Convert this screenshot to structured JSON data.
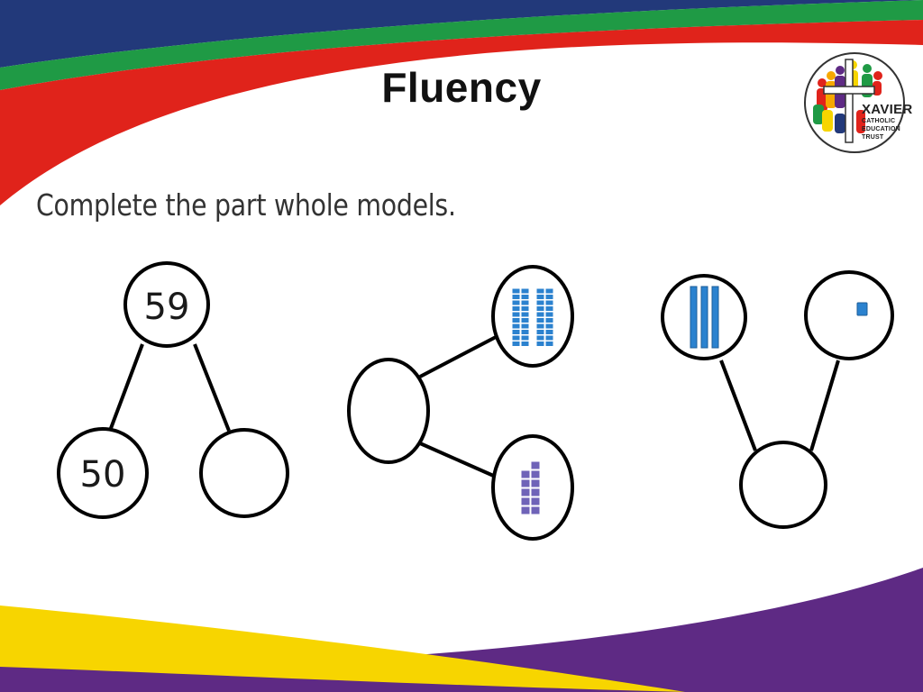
{
  "slide": {
    "title": "Fluency",
    "instruction": "Complete the part whole models."
  },
  "logo": {
    "name": "XAVIER",
    "lines": [
      "CATHOLIC",
      "EDUCATION",
      "TRUST"
    ],
    "icon": "cross-people-logo-icon"
  },
  "models": [
    {
      "whole": "59",
      "parts": [
        "50",
        ""
      ]
    },
    {
      "whole": "",
      "parts": [
        "base-ten-tens-icon",
        "base-ten-ones-icon"
      ]
    },
    {
      "whole": "",
      "parts": [
        "base-ten-tens-icon",
        "base-ten-ones-icon"
      ]
    }
  ],
  "colors": {
    "band_navy": "#22397a",
    "band_green": "#1f9a45",
    "band_red": "#e0231b",
    "band_yellow": "#f7d500",
    "band_purple": "#5e2a84",
    "block_blue": "#2b82cf",
    "block_purple": "#6f63b8"
  }
}
